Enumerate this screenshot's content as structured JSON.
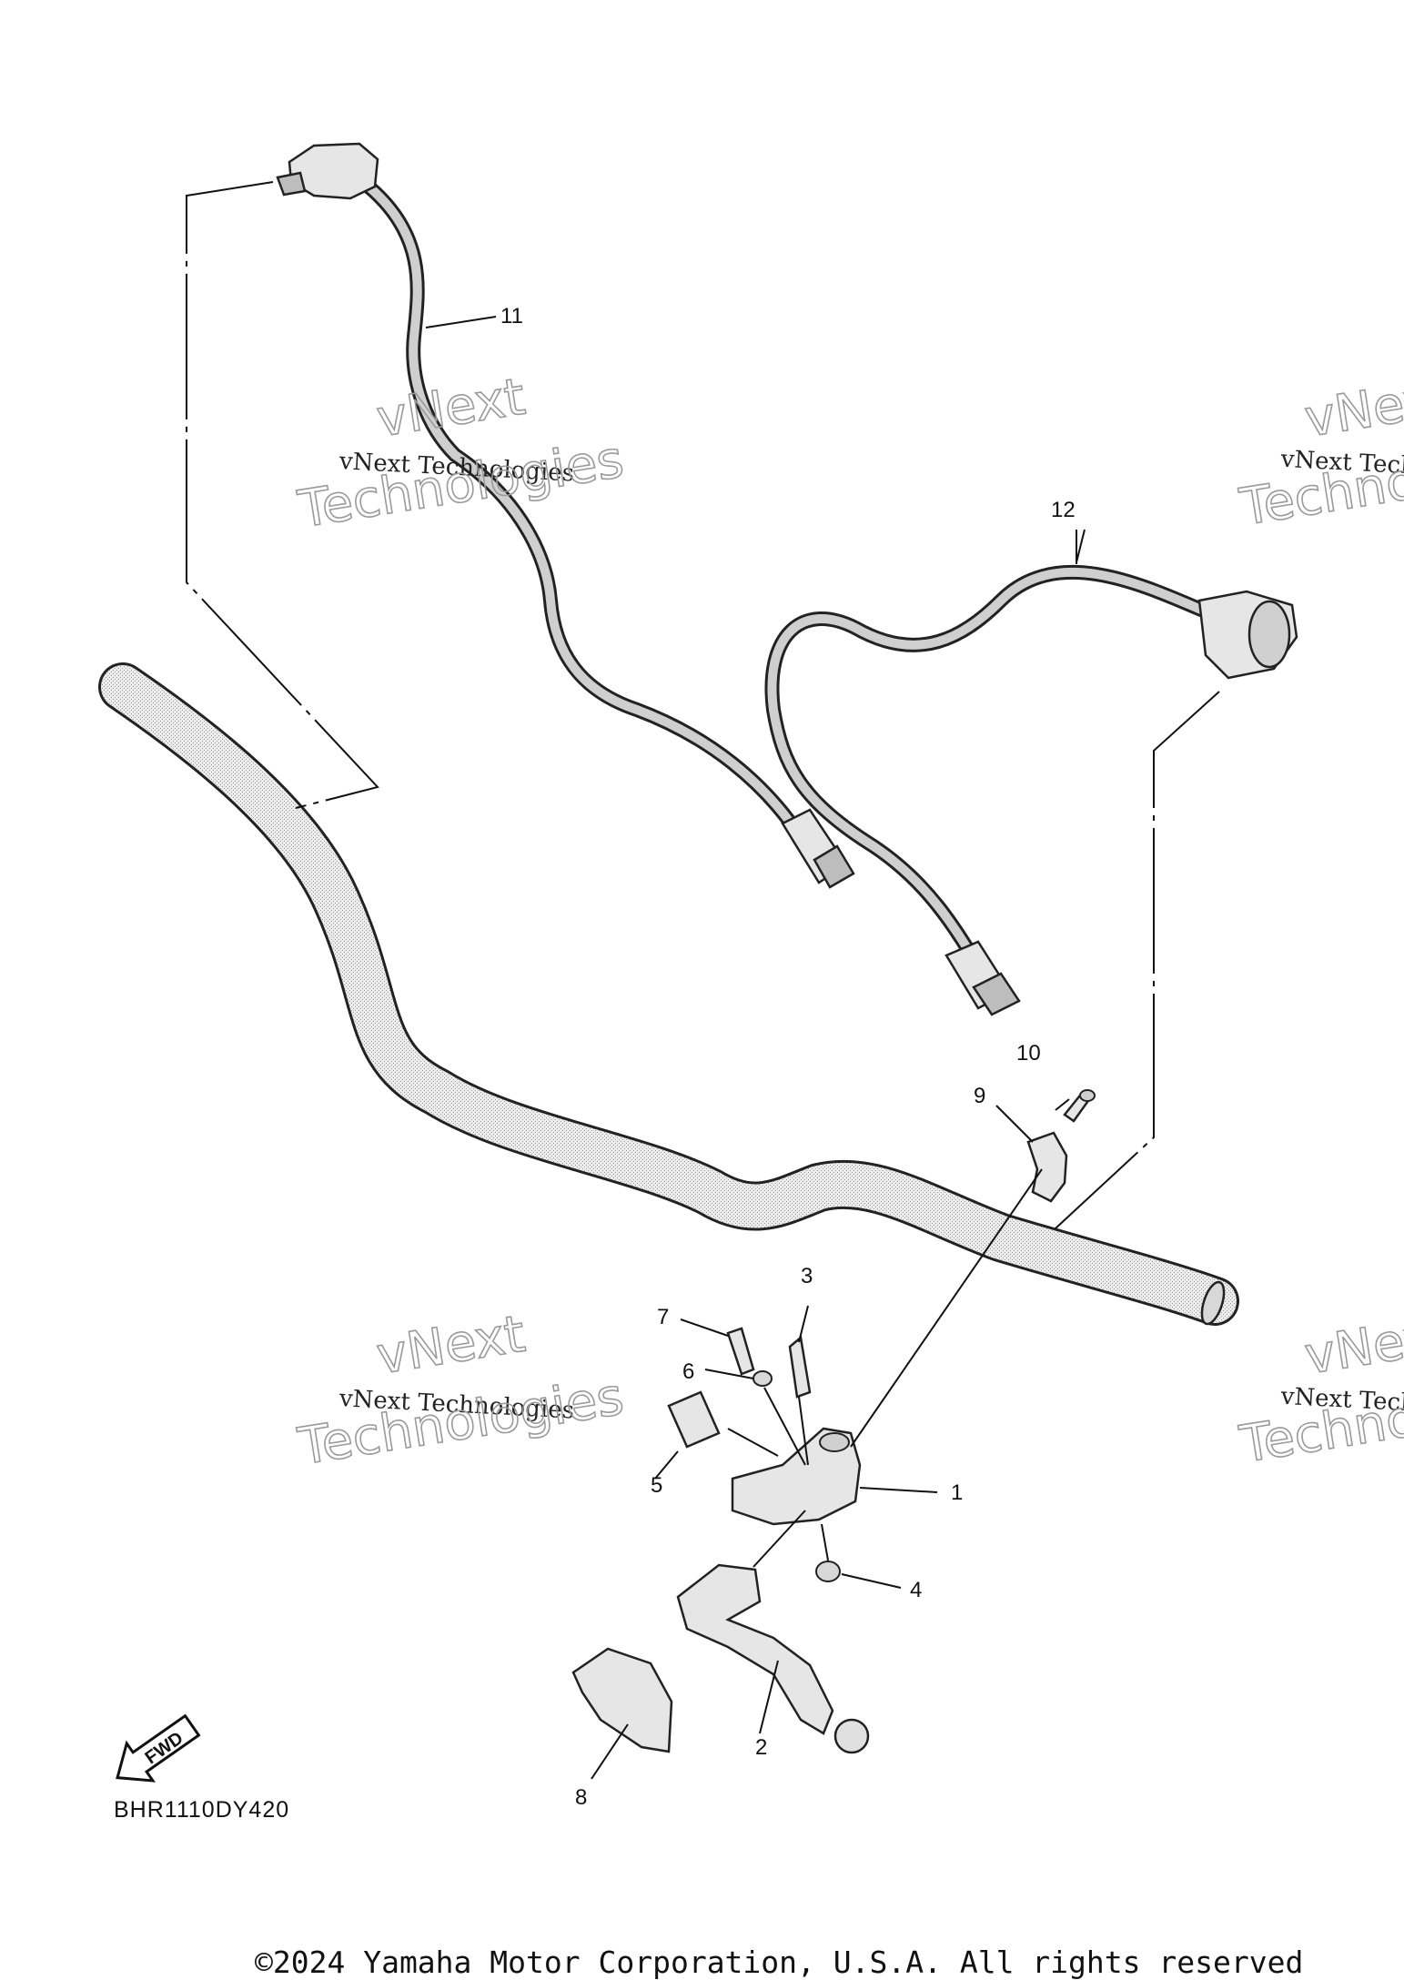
{
  "diagram": {
    "code": "BHR1110DY420",
    "copyright": "©2024 Yamaha Motor Corporation, U.S.A. All rights reserved",
    "fwd_label": "FWD",
    "watermark": {
      "line1": "vNext",
      "line2": "vNext Technologies",
      "line3": "Technologies"
    },
    "callouts": [
      "1",
      "2",
      "3",
      "4",
      "5",
      "6",
      "7",
      "8",
      "9",
      "10",
      "11",
      "12"
    ]
  }
}
